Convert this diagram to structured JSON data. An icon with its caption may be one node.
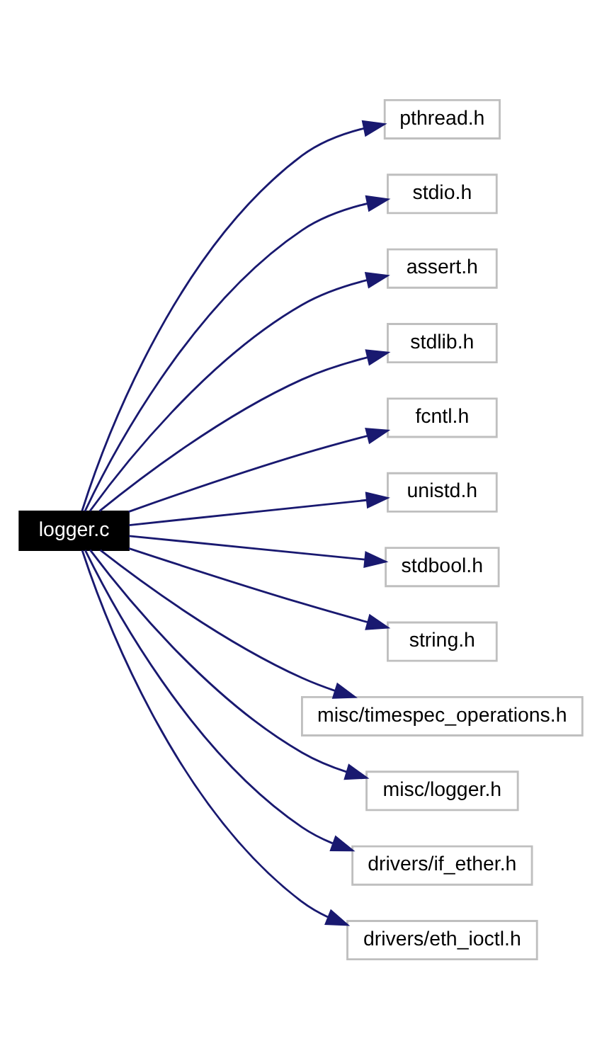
{
  "diagram": {
    "nodes": [
      {
        "text": [
          "logger.c"
        ]
      },
      {
        "text": [
          "pthread.h"
        ]
      },
      {
        "text": [
          "stdio.h"
        ]
      },
      {
        "text": [
          "assert.h"
        ]
      },
      {
        "text": [
          "stdlib.h"
        ]
      },
      {
        "text": [
          "fcntl.h"
        ]
      },
      {
        "text": [
          "unistd.h"
        ]
      },
      {
        "text": [
          "stdbool.h"
        ]
      },
      {
        "text": [
          "string.h"
        ]
      },
      {
        "text": [
          "misc/timespec_operations.h"
        ]
      },
      {
        "text": [
          "misc/logger.h"
        ]
      },
      {
        "text": [
          "drivers/if_ether.h"
        ]
      },
      {
        "text": [
          "drivers/eth_ioctl.h"
        ]
      }
    ],
    "edges": [
      {
        "from": 0,
        "to": 1,
        "arrow": "to"
      },
      {
        "from": 0,
        "to": 2,
        "arrow": "to"
      },
      {
        "from": 0,
        "to": 3,
        "arrow": "to"
      },
      {
        "from": 0,
        "to": 4,
        "arrow": "to"
      },
      {
        "from": 0,
        "to": 5,
        "arrow": "to"
      },
      {
        "from": 0,
        "to": 6,
        "arrow": "to"
      },
      {
        "from": 0,
        "to": 7,
        "arrow": "to"
      },
      {
        "from": 0,
        "to": 8,
        "arrow": "to"
      },
      {
        "from": 0,
        "to": 9,
        "arrow": "to"
      },
      {
        "from": 0,
        "to": 10,
        "arrow": "to"
      },
      {
        "from": 0,
        "to": 11,
        "arrow": "to"
      },
      {
        "from": 0,
        "to": 12,
        "arrow": "to"
      }
    ]
  }
}
